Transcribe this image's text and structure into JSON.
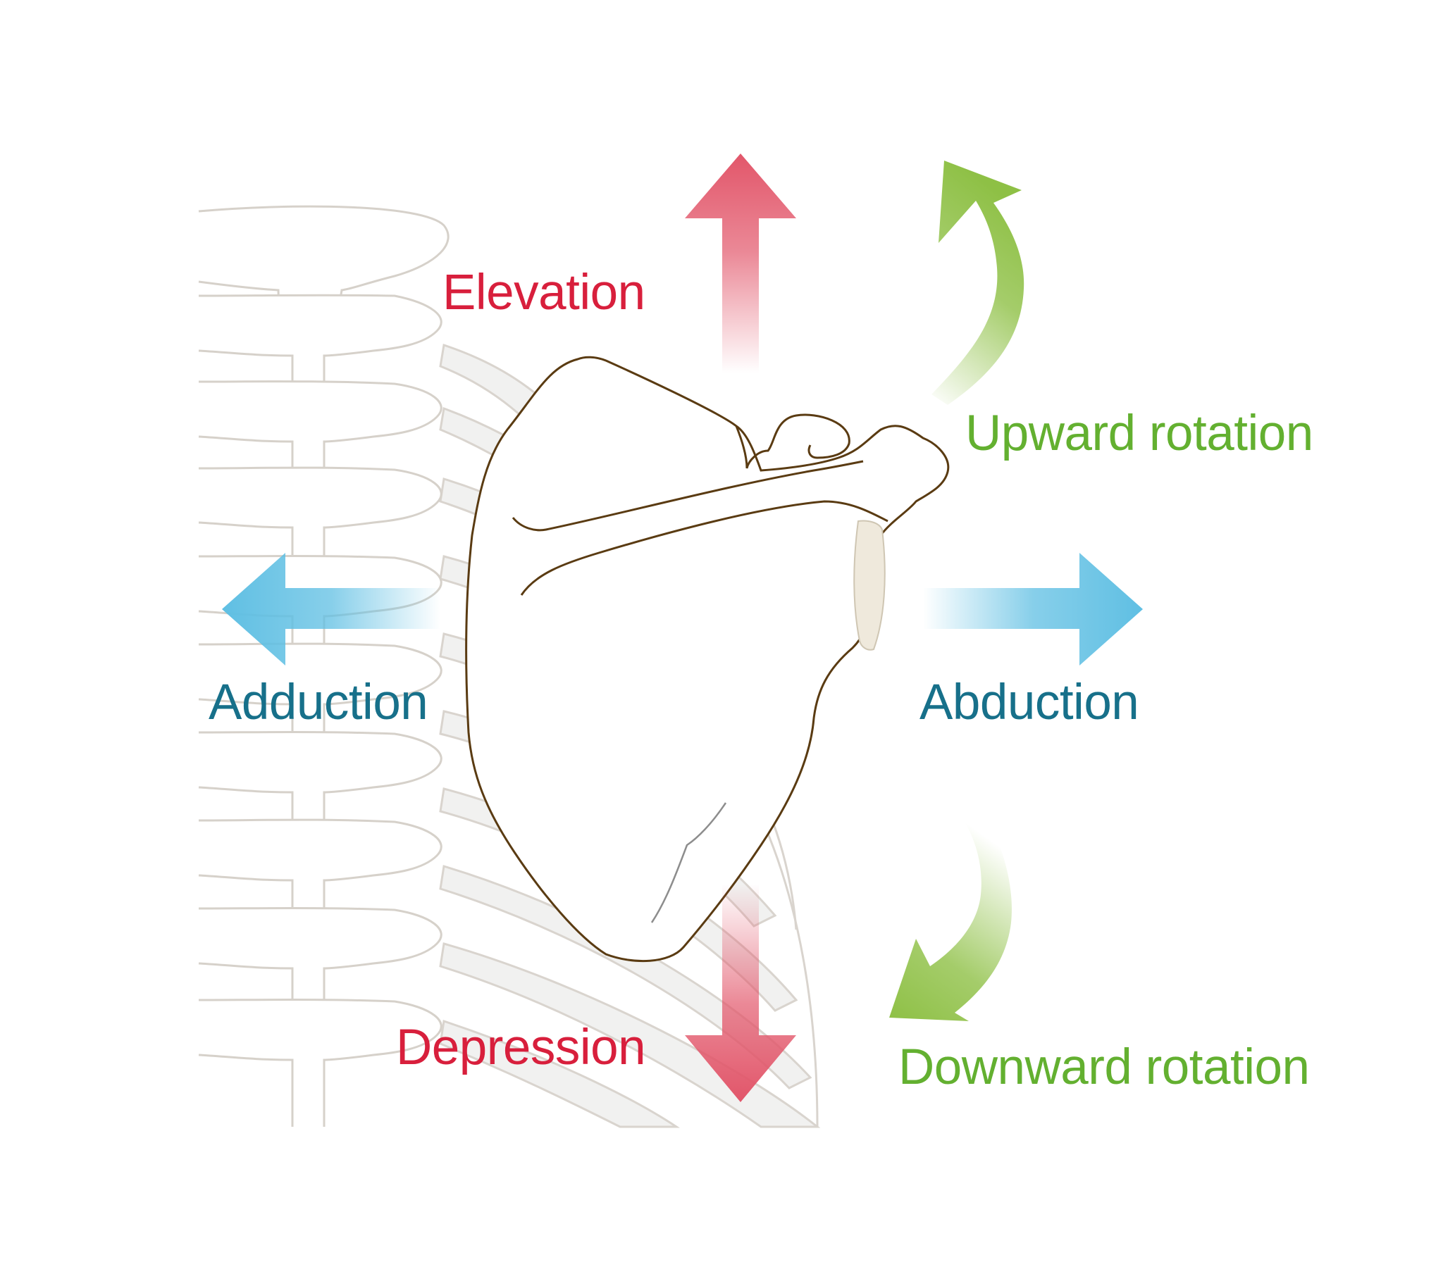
{
  "labels": {
    "elevation": "Elevation",
    "depression": "Depression",
    "adduction": "Adduction",
    "abduction": "Abduction",
    "upward_rotation": "Upward rotation",
    "downward_rotation": "Downward rotation"
  },
  "colors": {
    "elevation_depression": "#e2566a",
    "elevation_depression_text": "#d81f3c",
    "adduction_abduction": "#5fbfe3",
    "adduction_abduction_text": "#17708a",
    "rotation": "#8ec045",
    "rotation_text": "#63b030",
    "bone_outline": "#5a3b12",
    "skeleton_outline": "#d9d4ce",
    "rib_fill": "#efefee"
  }
}
